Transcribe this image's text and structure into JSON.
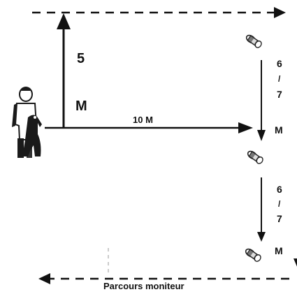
{
  "labels": {
    "vertical_distance": "5",
    "vertical_unit": "M",
    "horizontal_distance": "10 M",
    "segment1_top": "6",
    "segment1_slash": "/",
    "segment1_bottom": "7",
    "segment1_unit": "M",
    "segment2_top": "6",
    "segment2_slash": "/",
    "segment2_bottom": "7",
    "segment2_unit": "M",
    "route_caption": "Parcours moniteur"
  },
  "colors": {
    "line": "#111111",
    "background": "#ffffff",
    "figure": "#1a1a1a"
  },
  "icons": [
    "handler-with-dog-icon",
    "object-marker-icon"
  ]
}
